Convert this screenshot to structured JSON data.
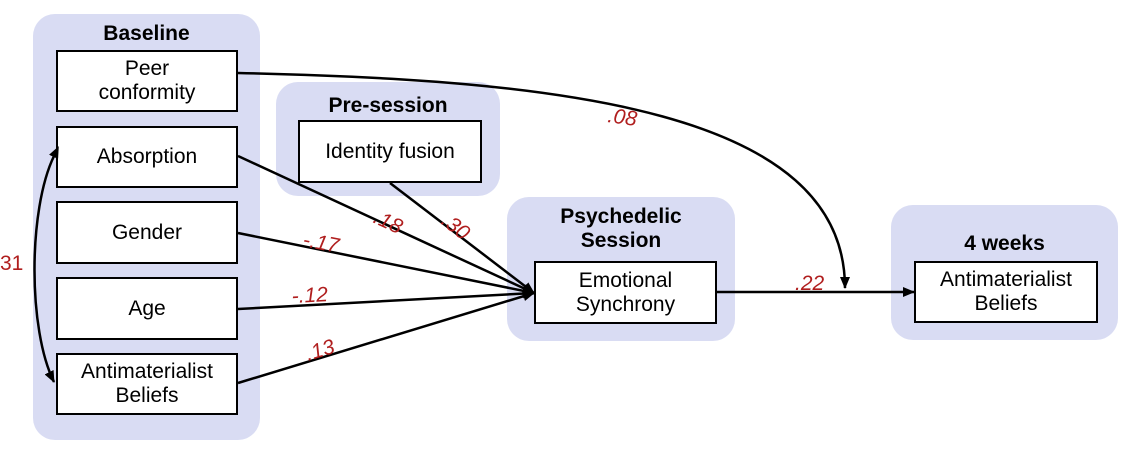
{
  "groups": {
    "baseline": "Baseline",
    "pre_session": "Pre-session",
    "psychedelic_line1": "Psychedelic",
    "psychedelic_line2": "Session",
    "weeks4": "4 weeks"
  },
  "nodes": {
    "peer_line1": "Peer",
    "peer_line2": "conformity",
    "absorption": "Absorption",
    "gender": "Gender",
    "age": "Age",
    "anti_base_line1": "Antimaterialist",
    "anti_base_line2": "Beliefs",
    "identity_fusion": "Identity fusion",
    "emo_line1": "Emotional",
    "emo_line2": "Synchrony",
    "anti_4w_line1": "Antimaterialist",
    "anti_4w_line2": "Beliefs"
  },
  "coefficients": {
    "peer_to_outcome": ".08",
    "absorption_to_sync": ".18",
    "fusion_to_sync": ".30",
    "gender_to_sync": "-.17",
    "age_to_sync": "-.12",
    "anti_to_sync": ".13",
    "sync_to_outcome": ".22",
    "absorption_anti_cov": "31"
  },
  "colors": {
    "group_fill": "#d9dcf3",
    "coefficient": "#b01e1e",
    "stroke": "#000000"
  }
}
